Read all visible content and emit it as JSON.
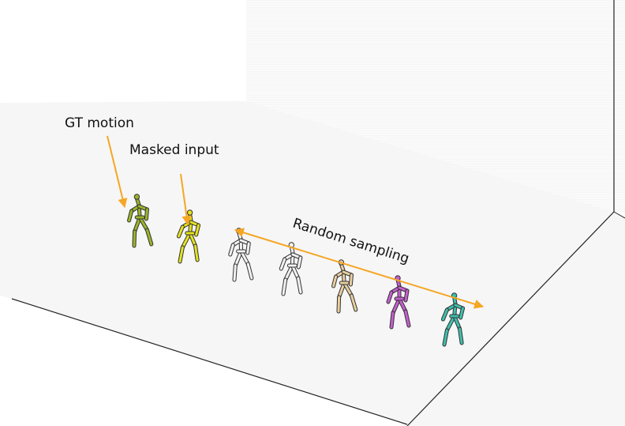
{
  "labels": {
    "gt_motion": "GT motion",
    "masked_input": "Masked input",
    "random_sampling": "Random sampling"
  },
  "colors": {
    "arrow": "#f5a623",
    "gt_figure": "#9ab52a",
    "masked_figure": "#e3e320",
    "sample_1": "#f2f2f2",
    "sample_2": "#f2f2f2",
    "sample_3": "#e8cfa0",
    "sample_4": "#c75ed0",
    "sample_5": "#3fbfad",
    "floor": "#f5f5f5",
    "wall": "#fafafa",
    "edge": "#222222"
  },
  "figures": [
    {
      "id": "gt",
      "color_key": "gt_figure"
    },
    {
      "id": "masked",
      "color_key": "masked_figure"
    },
    {
      "id": "sample-1",
      "color_key": "sample_1"
    },
    {
      "id": "sample-2",
      "color_key": "sample_2"
    },
    {
      "id": "sample-3",
      "color_key": "sample_3"
    },
    {
      "id": "sample-4",
      "color_key": "sample_4"
    },
    {
      "id": "sample-5",
      "color_key": "sample_5"
    }
  ]
}
